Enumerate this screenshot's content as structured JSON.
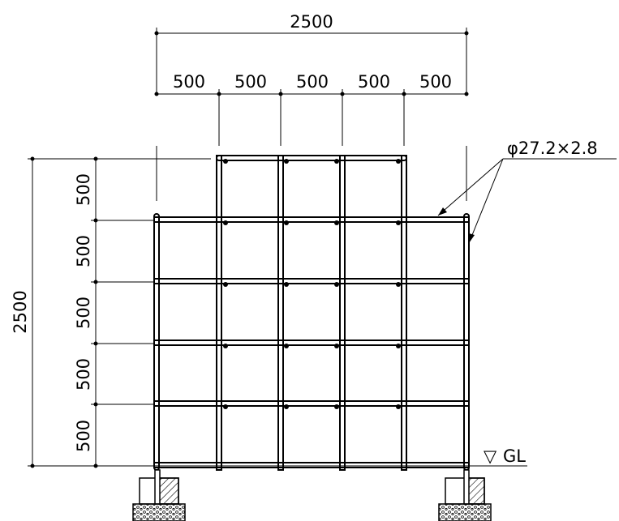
{
  "dimensions": {
    "overall_width": "2500",
    "bay_widths": [
      "500",
      "500",
      "500",
      "500",
      "500"
    ],
    "overall_height": "2500",
    "row_heights": [
      "500",
      "500",
      "500",
      "500",
      "500"
    ]
  },
  "annotations": {
    "pipe_spec": "φ27.2×2.8",
    "ground_level": "GL",
    "ground_symbol": "▽"
  }
}
